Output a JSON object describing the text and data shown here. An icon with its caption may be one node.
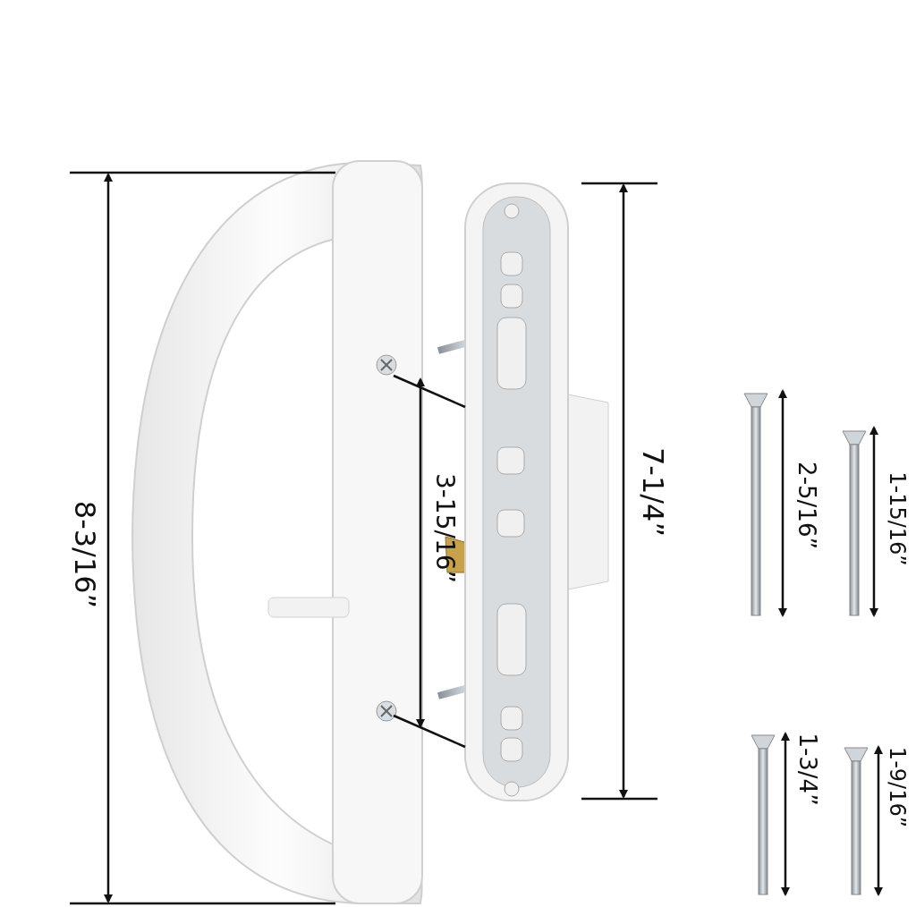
{
  "diagram": {
    "labels": [
      "8-3/16”",
      "3-15/16”",
      "7-1/4”",
      "2-5/16”",
      "1-15/16”",
      "1-3/4”",
      "1-9/16”"
    ]
  }
}
